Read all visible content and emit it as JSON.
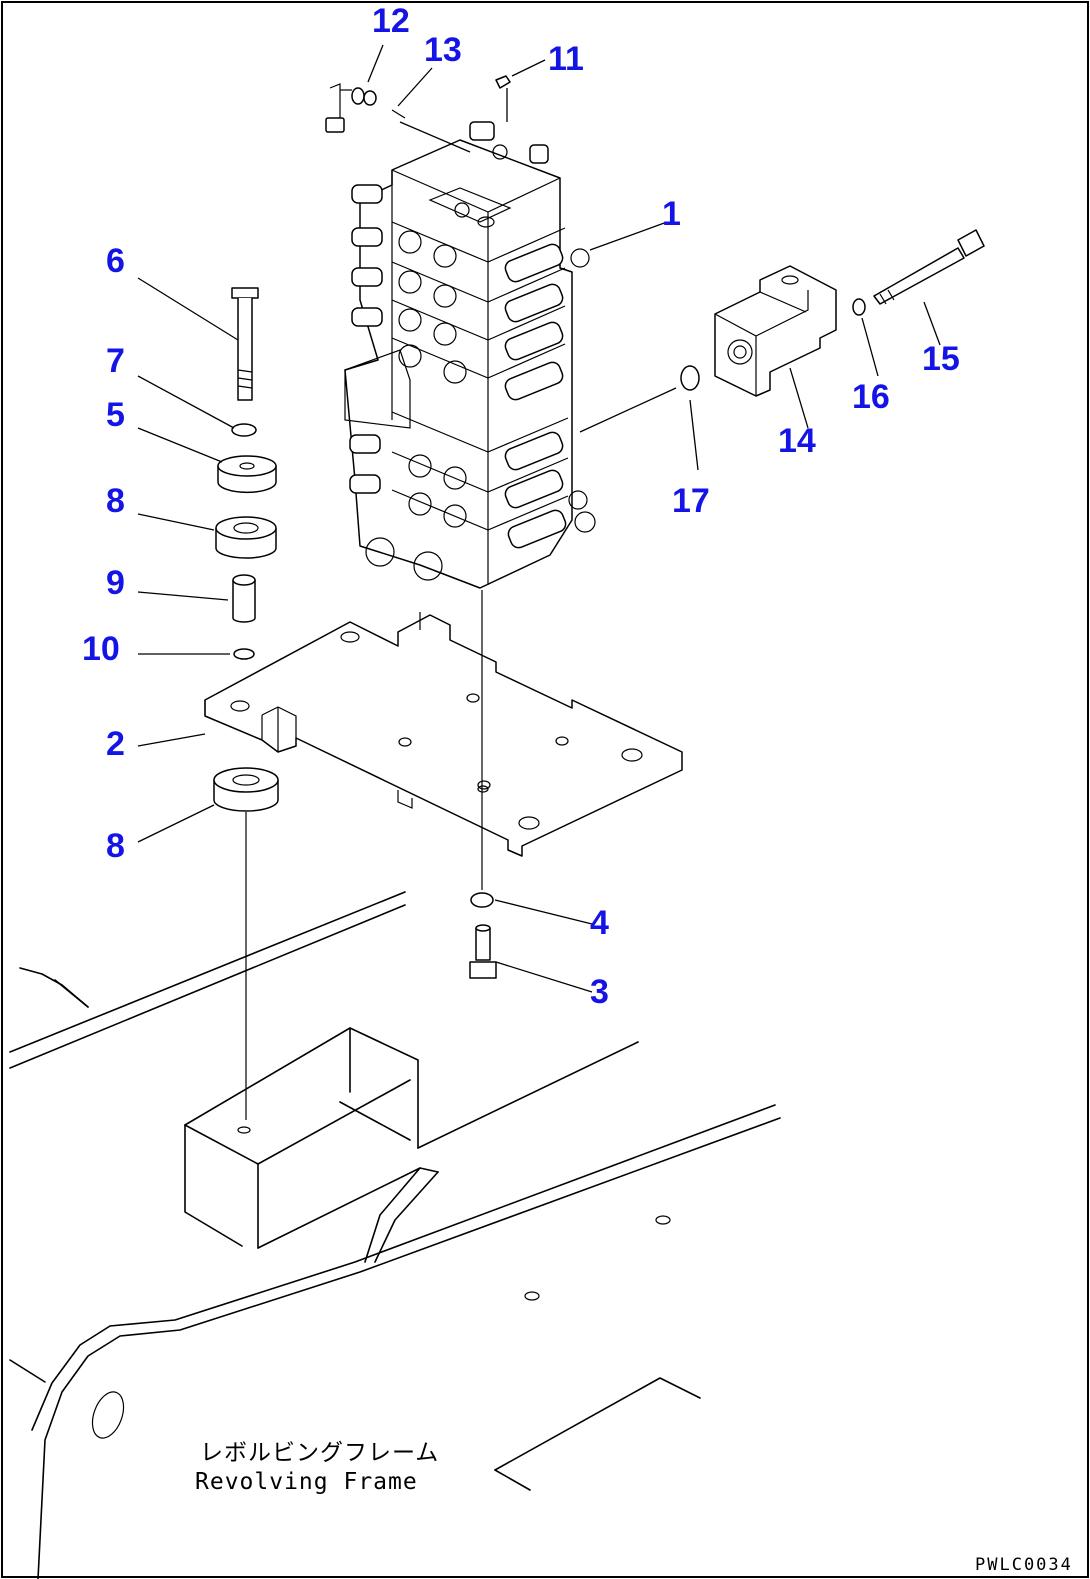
{
  "callouts": [
    {
      "id": "c1",
      "label": "1"
    },
    {
      "id": "c2",
      "label": "2"
    },
    {
      "id": "c3",
      "label": "3"
    },
    {
      "id": "c4",
      "label": "4"
    },
    {
      "id": "c5",
      "label": "5"
    },
    {
      "id": "c6",
      "label": "6"
    },
    {
      "id": "c7",
      "label": "7"
    },
    {
      "id": "c8a",
      "label": "8"
    },
    {
      "id": "c8b",
      "label": "8"
    },
    {
      "id": "c9",
      "label": "9"
    },
    {
      "id": "c10",
      "label": "10"
    },
    {
      "id": "c11",
      "label": "11"
    },
    {
      "id": "c12",
      "label": "12"
    },
    {
      "id": "c13",
      "label": "13"
    },
    {
      "id": "c14",
      "label": "14"
    },
    {
      "id": "c15",
      "label": "15"
    },
    {
      "id": "c16",
      "label": "16"
    },
    {
      "id": "c17",
      "label": "17"
    }
  ],
  "caption": {
    "japanese": "レボルビングフレーム",
    "english": "Revolving Frame"
  },
  "drawing_code": "PWLC0034",
  "colors": {
    "callout": "#1414e6",
    "line": "#000000",
    "background": "#ffffff"
  }
}
